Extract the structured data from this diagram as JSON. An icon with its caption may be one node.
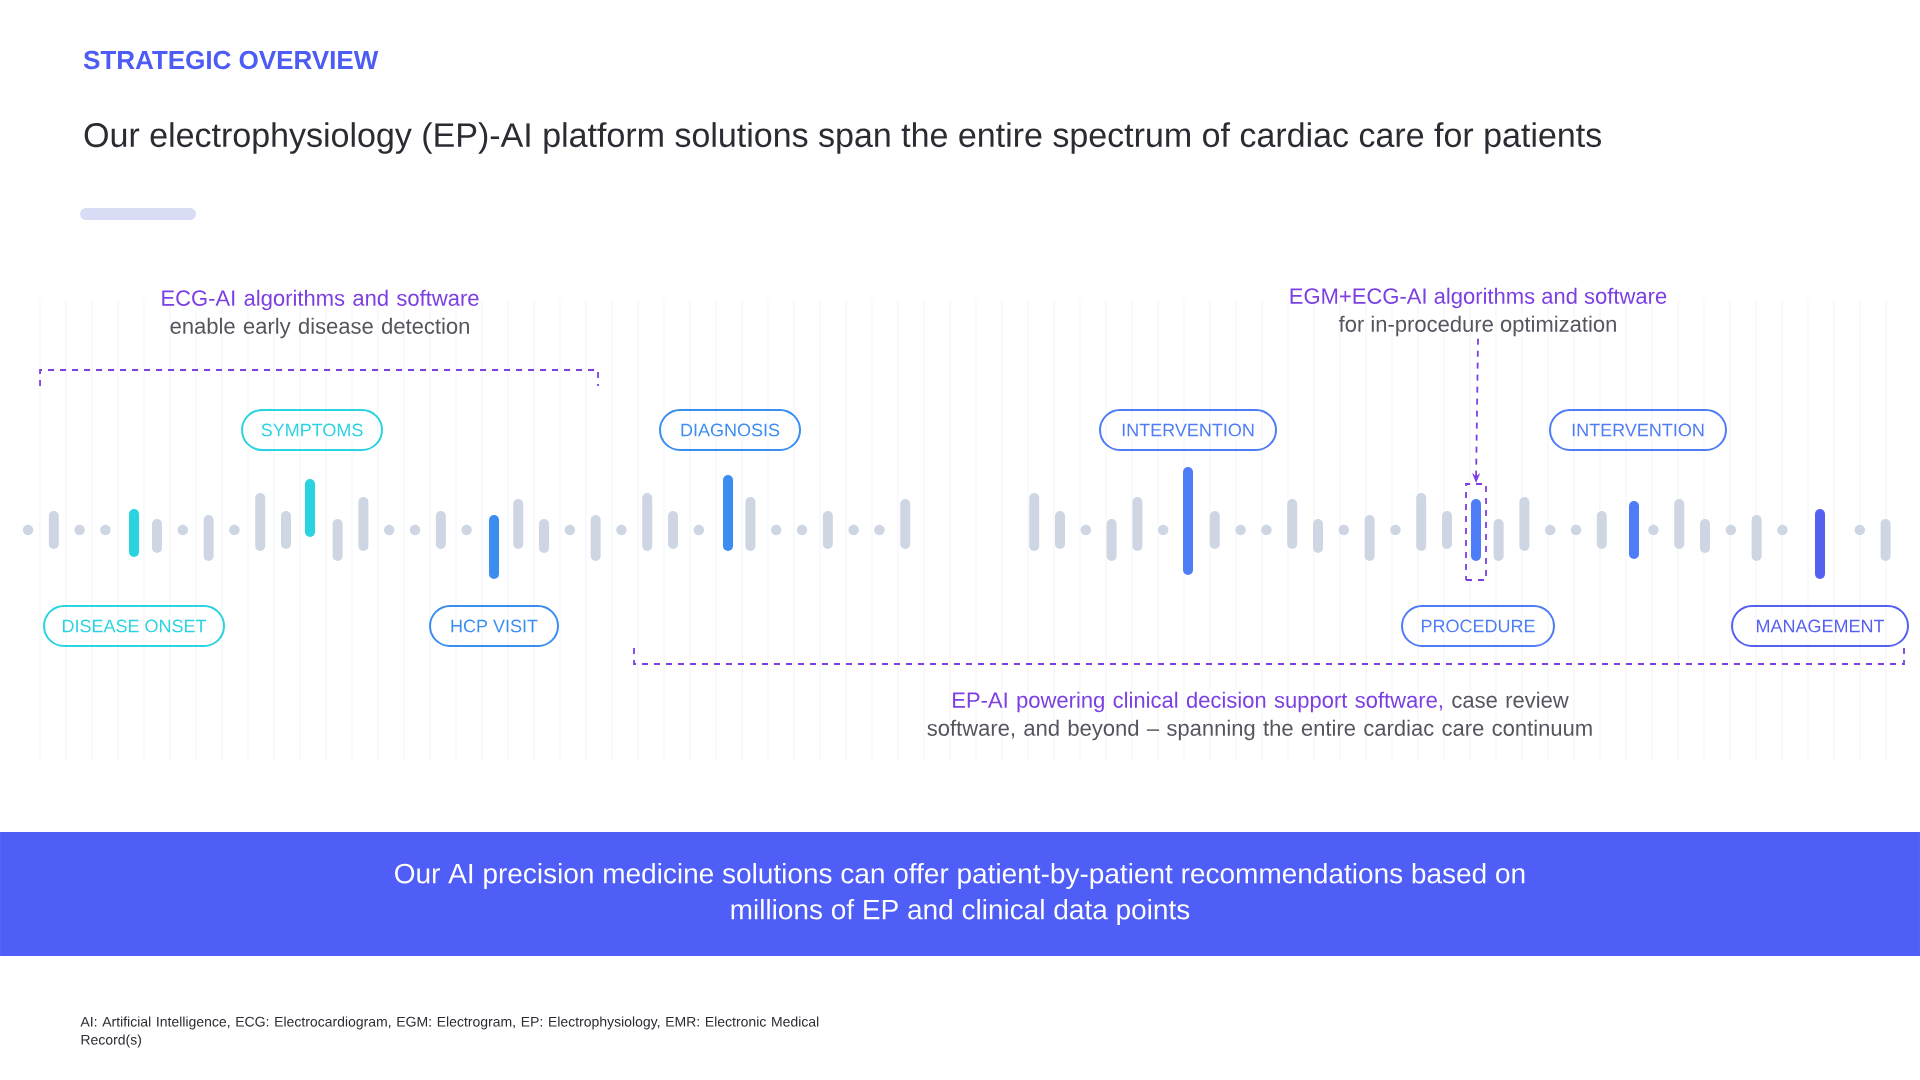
{
  "diagram": {
    "title": "Our electrophysiology (EP)-AI platform solutions span the entire spectrum of cardiac care for patients",
    "nodes": [
      {
        "text": [
          "EGM+ECG-AI algorithms and software",
          "for in-procedure optimization"
        ]
      },
      {
        "text": [
          "SYMPTOMS"
        ]
      },
      {
        "text": [
          "DIAGNOSIS"
        ]
      },
      {
        "text": [
          "INTERVENTION"
        ]
      },
      {
        "text": [
          "INTERVENTION"
        ]
      },
      {
        "text": [],
        "shape": "box"
      },
      {
        "text": [
          "DISEASE ONSET"
        ]
      },
      {
        "text": [
          "HCP VISIT"
        ]
      },
      {
        "text": [
          "PROCEDURE"
        ]
      },
      {
        "text": [
          "MANAGEMENT"
        ]
      },
      {
        "text": [
          "Our AI precision medicine solutions can offer patient-by-patient recommendations based on millions of EP and clinical data points"
        ]
      }
    ],
    "edges": [
      {
        "from": 0,
        "to": 5,
        "arrow": "to",
        "style": "dashed",
        "color": "#7b3fe4"
      }
    ],
    "labels": [
      "STRATEGIC OVERVIEW",
      "ECG-AI algorithms and software",
      "enable early disease detection",
      "EP-AI powering clinical decision support software,",
      "case review software, and beyond – spanning the entire cardiac care continuum",
      "AI: Artificial Intelligence, ECG: Electrocardiogram, EGM: Electrogram, EP: Electrophysiology, EMR: Electronic Medical Record(s)"
    ]
  }
}
